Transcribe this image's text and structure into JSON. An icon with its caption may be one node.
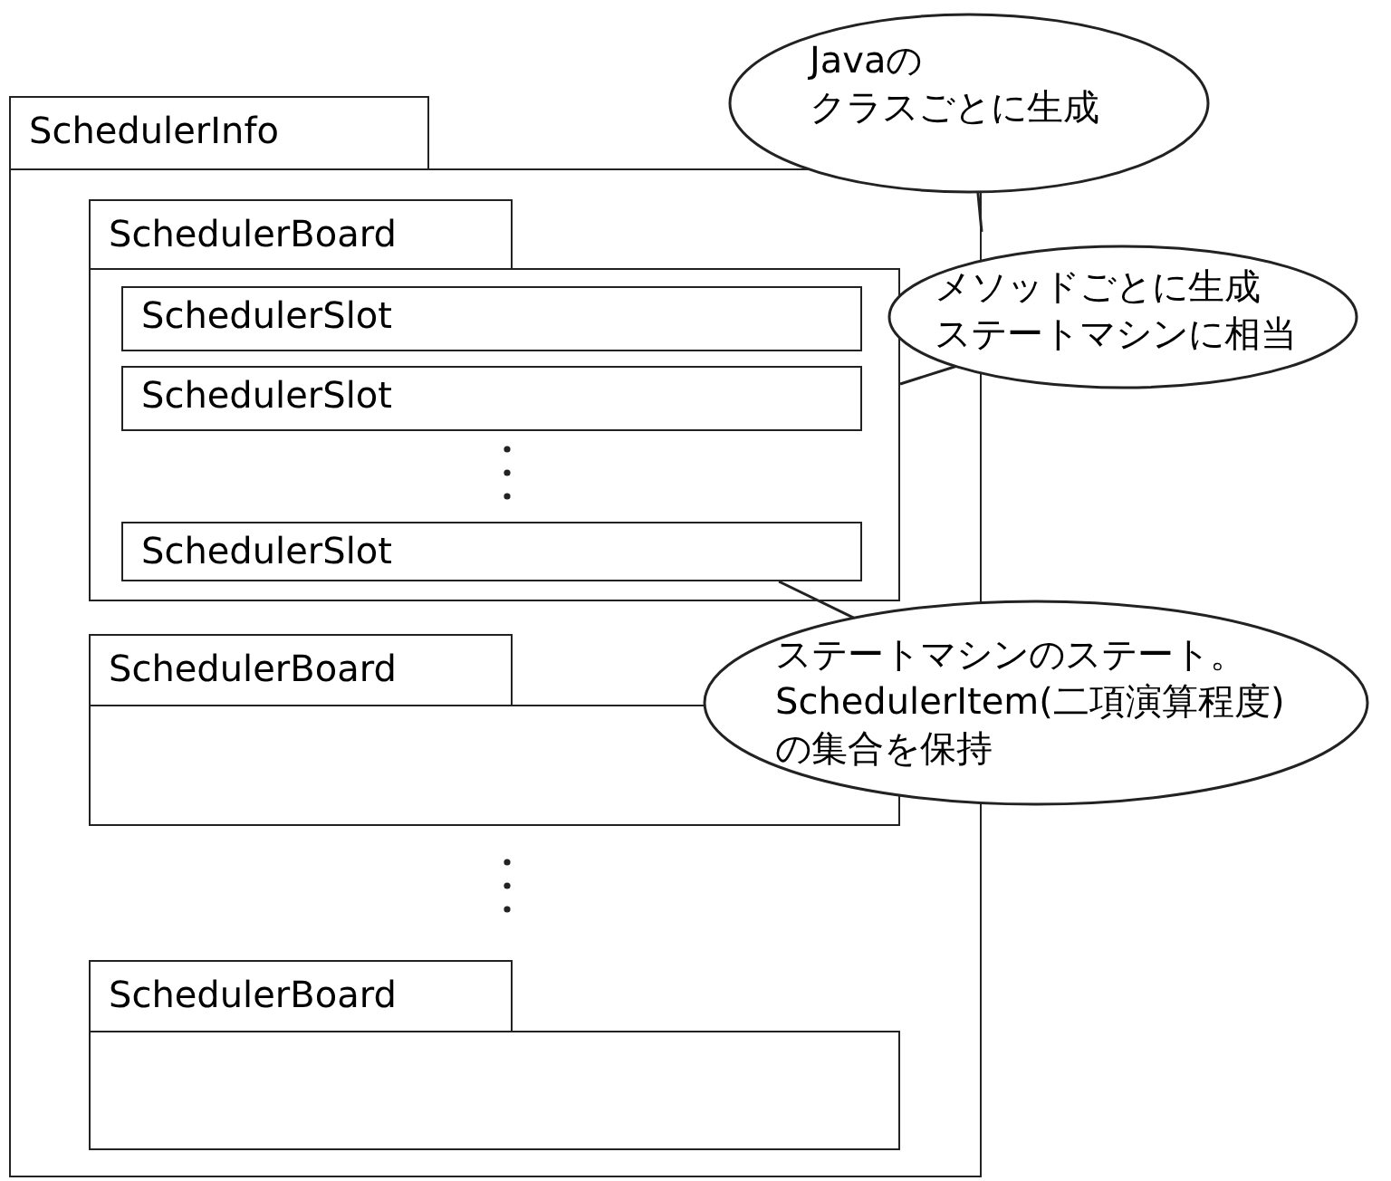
{
  "diagram": {
    "nodes": [
      {
        "text": [
          "SchedulerInfo"
        ]
      },
      {
        "text": [
          "SchedulerBoard"
        ],
        "in": 0
      },
      {
        "text": [
          "SchedulerSlot"
        ],
        "in": 1
      },
      {
        "text": [
          "SchedulerSlot"
        ],
        "in": 1
      },
      {
        "text": [
          "SchedulerSlot"
        ],
        "in": 1
      },
      {
        "text": [
          "SchedulerBoard"
        ],
        "in": 0
      },
      {
        "text": [
          "SchedulerBoard"
        ],
        "in": 0
      },
      {
        "text": [
          "Javaの",
          "クラスごとに生成"
        ]
      },
      {
        "text": [
          "メソッドごとに生成",
          "ステートマシンに相当"
        ]
      },
      {
        "text": [
          "ステートマシンのステート。",
          "SchedulerItem(二項演算程度)の集合を保持"
        ]
      }
    ],
    "edges": [
      {
        "from": 7,
        "to": 0,
        "arrow": "none"
      },
      {
        "from": 8,
        "to": 1,
        "arrow": "none"
      },
      {
        "from": 9,
        "to": 4,
        "arrow": "none"
      }
    ]
  }
}
